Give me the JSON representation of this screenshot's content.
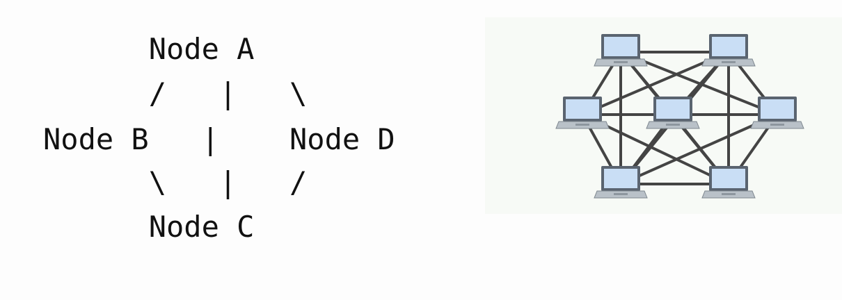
{
  "ascii": {
    "line1": "      Node A",
    "line2": "      /   |   \\",
    "line3": "Node B   |    Node D",
    "line4": "      \\   |   /",
    "line5": "      Node C"
  },
  "mesh": {
    "node_icon": "laptop-icon",
    "colors": {
      "background": "#f7faf6",
      "link": "#444444",
      "screen": "#c9def5",
      "bezel": "#5a6470",
      "base": "#b9c1c8"
    },
    "nodes": [
      {
        "id": "n1"
      },
      {
        "id": "n2"
      },
      {
        "id": "n3"
      },
      {
        "id": "n4"
      },
      {
        "id": "n5"
      },
      {
        "id": "n6"
      },
      {
        "id": "n7"
      }
    ]
  }
}
